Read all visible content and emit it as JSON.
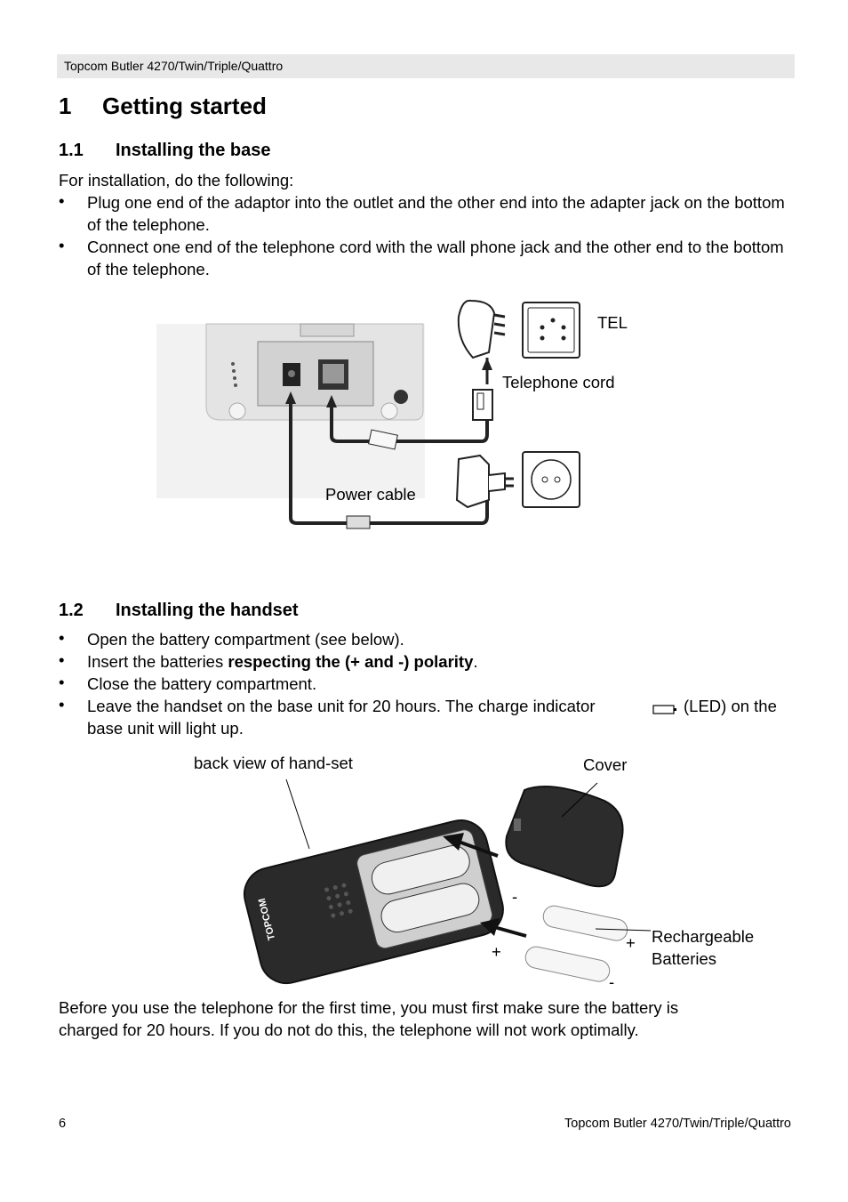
{
  "header": {
    "title": "Topcom Butler 4270/Twin/Triple/Quattro"
  },
  "section1": {
    "number": "1",
    "title": "Getting started"
  },
  "section1_1": {
    "number": "1.1",
    "title": "Installing the base",
    "intro": "For installation, do the following:",
    "bullets": [
      "Plug one end of the adaptor into the outlet and the other end into the adapter jack on the bottom of the telephone.",
      "Connect one end of the telephone cord with the wall phone jack and the other end to the bottom of the telephone."
    ],
    "figure_labels": {
      "tel": "TEL",
      "telephone_cord": "Telephone cord",
      "power_cable": "Power cable"
    }
  },
  "section1_2": {
    "number": "1.2",
    "title": "Installing the handset",
    "bullet1": "Open the battery compartment (see below).",
    "bullet2_pre": "Insert the batteries ",
    "bullet2_bold": "respecting the (+ and -) polarity",
    "bullet2_post": ".",
    "bullet3": "Close the battery compartment.",
    "bullet4_pre": "Leave the handset on the base unit for 20 hours. The charge indicator",
    "bullet4_post": "(LED) on the",
    "bullet4_line2": "base unit will light up.",
    "figure_labels": {
      "back_view": "back view of hand-set",
      "cover": "Cover",
      "rechargeable_line1": "Rechargeable",
      "rechargeable_line2": "Batteries",
      "minus_top": "-",
      "plus_right": "+",
      "plus_left": "+",
      "minus_bottom": "-",
      "brand": "TOPCOM"
    }
  },
  "closing": {
    "line1": "Before you use the telephone for the first time, you must first make sure the battery is",
    "line2": "charged for 20 hours. If you do not do this, the telephone will not work optimally."
  },
  "footer": {
    "page_number": "6",
    "title": "Topcom Butler 4270/Twin/Triple/Quattro"
  },
  "bullet_glyph": "•"
}
